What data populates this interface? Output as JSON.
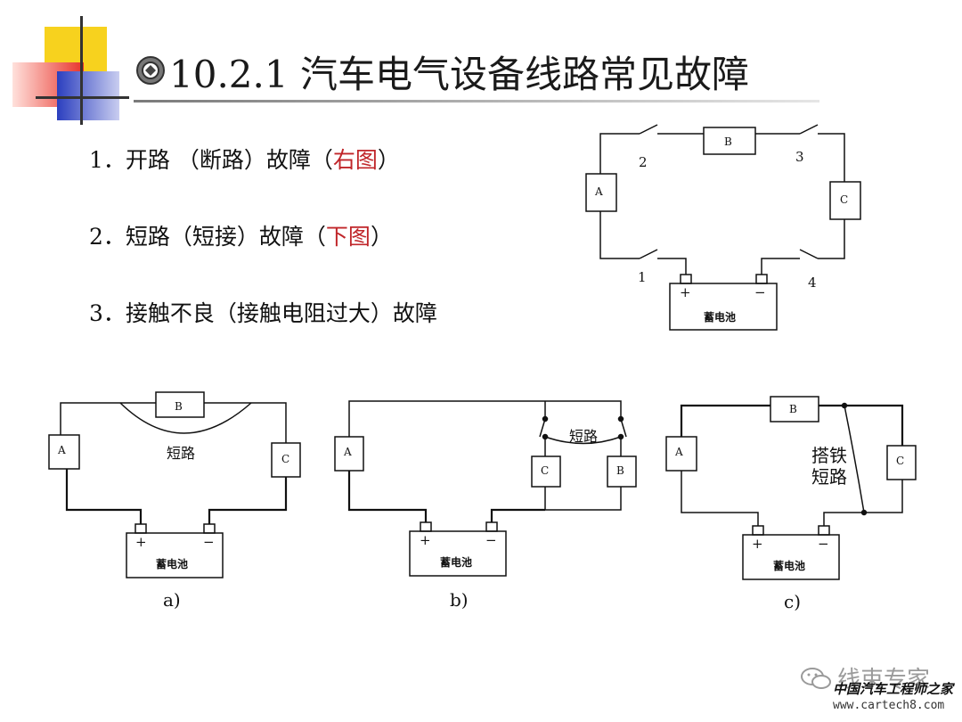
{
  "title": "10.2.1 汽车电气设备线路常见故障",
  "items": [
    {
      "prefix": "1．开路 （断路）故障（",
      "highlight": "右图",
      "suffix": "）"
    },
    {
      "prefix": "2．短路（短接）故障（",
      "highlight": "下图",
      "suffix": "）"
    },
    {
      "prefix": "3．接触不良（接触电阻过大）故障",
      "highlight": "",
      "suffix": ""
    }
  ],
  "diagrams": {
    "open": {
      "box_a": "A",
      "box_b": "B",
      "box_c": "C",
      "sw1": "1",
      "sw2": "2",
      "sw3": "3",
      "sw4": "4",
      "plus": "+",
      "minus": "−",
      "battery": "蓄电池"
    },
    "a": {
      "box_a": "A",
      "box_b": "B",
      "box_c": "C",
      "short_label": "短路",
      "plus": "+",
      "minus": "−",
      "battery": "蓄电池",
      "caption": "a)"
    },
    "b": {
      "box_a": "A",
      "box_b": "B",
      "box_c": "C",
      "short_label": "短路",
      "plus": "+",
      "minus": "−",
      "battery": "蓄电池",
      "caption": "b)"
    },
    "c": {
      "box_a": "A",
      "box_b": "B",
      "box_c": "C",
      "short_label_1": "搭铁",
      "short_label_2": "短路",
      "plus": "+",
      "minus": "−",
      "battery": "蓄电池",
      "caption": "c)"
    }
  },
  "watermark": {
    "account": "线束专家",
    "org": "中国汽车工程师之家",
    "url": "www.cartech8.com"
  },
  "colors": {
    "accent_yellow": "#f7d21e",
    "accent_red": "#e8322a",
    "accent_blue": "#2b3fbf",
    "highlight_red": "#c0262a"
  }
}
